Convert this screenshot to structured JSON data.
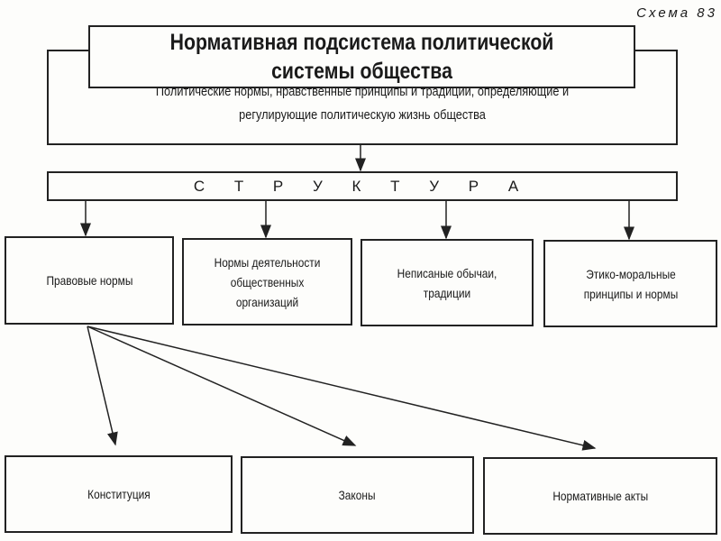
{
  "scheme_label": "Схема 83",
  "title": "Нормативная подсистема политической системы общества",
  "description": "Политические нормы, нравственные принципы и традиции, определяющие и регулирующие политическую жизнь общества",
  "structure": "С Т Р У К Т У Р А",
  "components": [
    "Правовые нормы",
    "Нормы деятельности общественных организаций",
    "Неписаные обычаи, традиции",
    "Этико-моральные принципы и нормы"
  ],
  "legal_norms": [
    "Конституция",
    "Законы",
    "Нормативные акты"
  ]
}
